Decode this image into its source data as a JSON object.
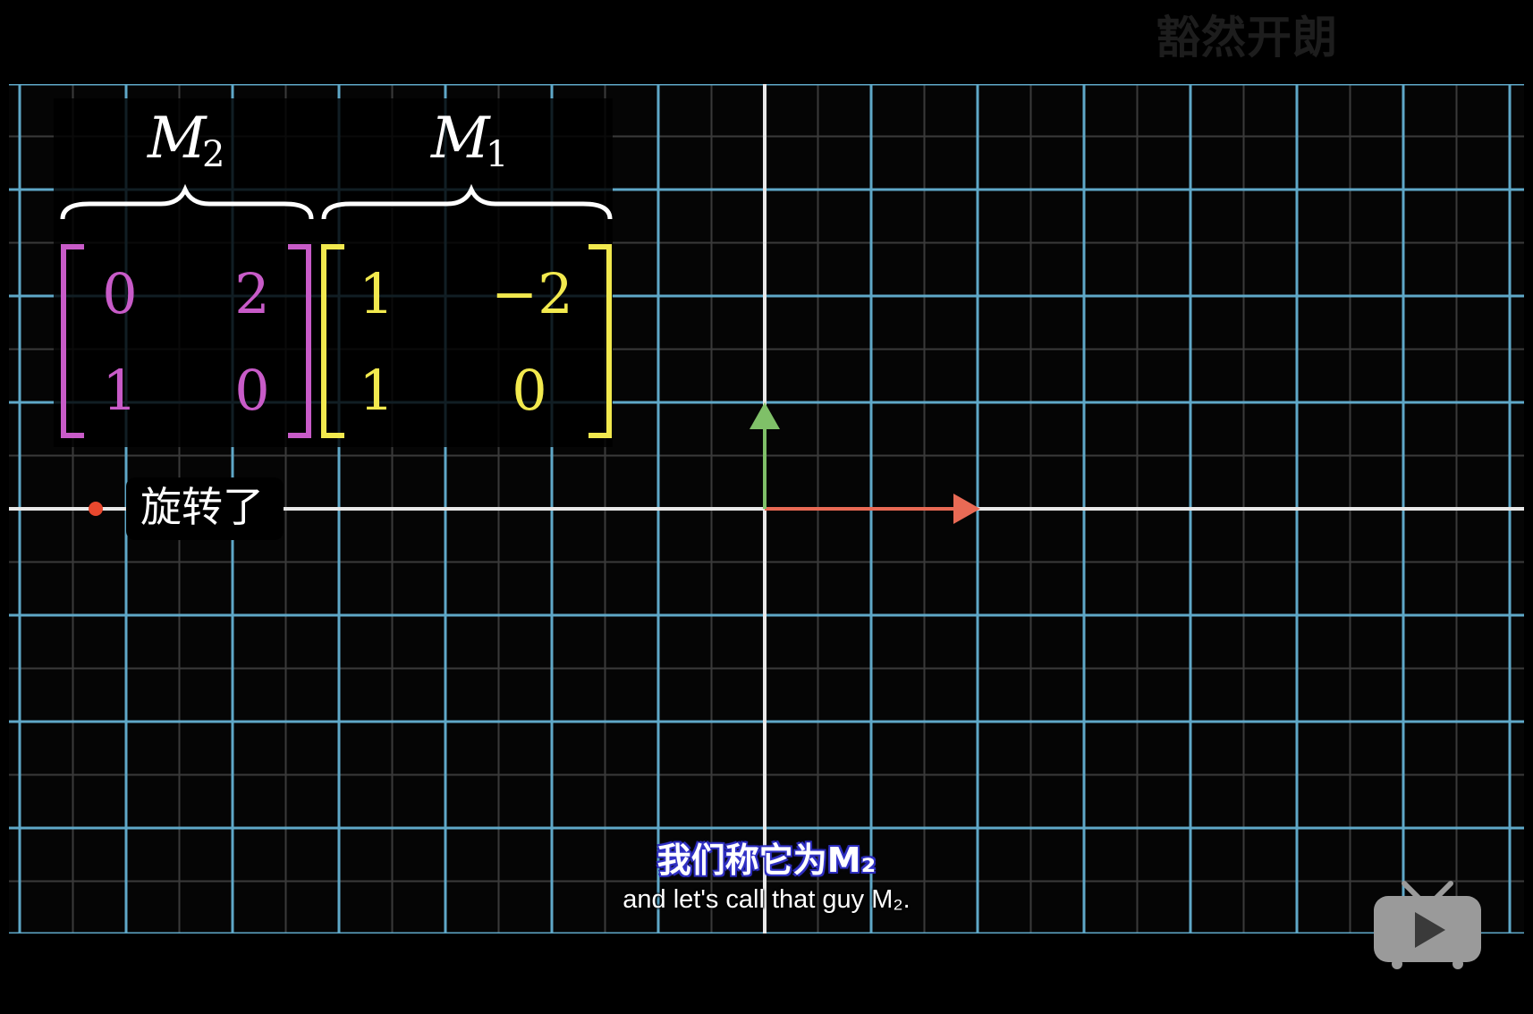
{
  "watermark": "豁然开朗",
  "equation": {
    "m2_label": "M",
    "m2_sub": "2",
    "m1_label": "M",
    "m1_sub": "1",
    "m2_matrix": [
      [
        "0",
        "2"
      ],
      [
        "1",
        "0"
      ]
    ],
    "m1_matrix": [
      [
        "1",
        "−2"
      ],
      [
        "1",
        "0"
      ]
    ]
  },
  "note": {
    "text": "旋转了"
  },
  "subtitles": {
    "zh": "我们称它为M₂",
    "en": "and let's call that guy M₂."
  },
  "colors": {
    "grid_major": "#5fa8c8",
    "grid_minor": "#3a3a3a",
    "axis": "#e8e8e8",
    "m2": "#c85bc8",
    "m1": "#f2e94e",
    "i_hat": "#e96a55",
    "j_hat": "#7fc068",
    "note_dot": "#e8482e"
  },
  "icons": {
    "player_logo": "bilibili-tv-play-icon"
  }
}
